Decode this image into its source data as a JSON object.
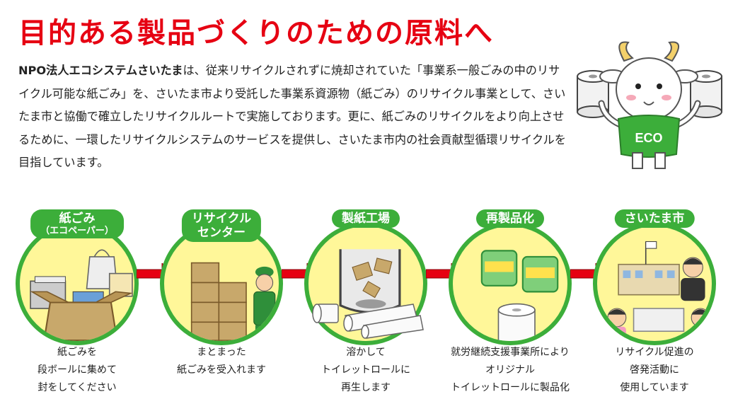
{
  "title": "目的ある製品づくりのための原料へ",
  "intro": {
    "org_name": "NPO法人エコシステムさいたま",
    "body": "は、従来リサイクルされずに焼却されていた「事業系一般ごみの中のリサイクル可能な紙ごみ」を、さいたま市より受託した事業系資源物（紙ごみ）のリサイクル事業として、さいたま市と協働で確立したリサイクルルートで実施しております。更に、紙ごみのリサイクルをより向上させるために、一環したリサイクルシステムのサービスを提供し、さいたま市内の社会貢献型循環リサイクルを目指しています。"
  },
  "mascot": {
    "shirt_text": "ECO"
  },
  "steps": [
    {
      "label": "紙ごみ",
      "sublabel": "（エコペーパー）",
      "caption": [
        "紙ごみを",
        "段ボールに集めて",
        "封をしてください"
      ]
    },
    {
      "label": "リサイクル",
      "sublabel": "センター",
      "caption": [
        "まとまった",
        "紙ごみを受入れます"
      ]
    },
    {
      "label": "製紙工場",
      "caption": [
        "溶かして",
        "トイレットロールに",
        "再生します"
      ]
    },
    {
      "label": "再製品化",
      "caption": [
        "就労継続支援事業所により",
        "オリジナル",
        "トイレットロールに製品化"
      ]
    },
    {
      "label": "さいたま市",
      "caption": [
        "リサイクル促進の",
        "啓発活動に",
        "使用しています"
      ]
    }
  ],
  "colors": {
    "title_red": "#e60012",
    "green": "#3cae3a",
    "circle_fill": "#fff799",
    "arrow_red": "#e60012"
  }
}
